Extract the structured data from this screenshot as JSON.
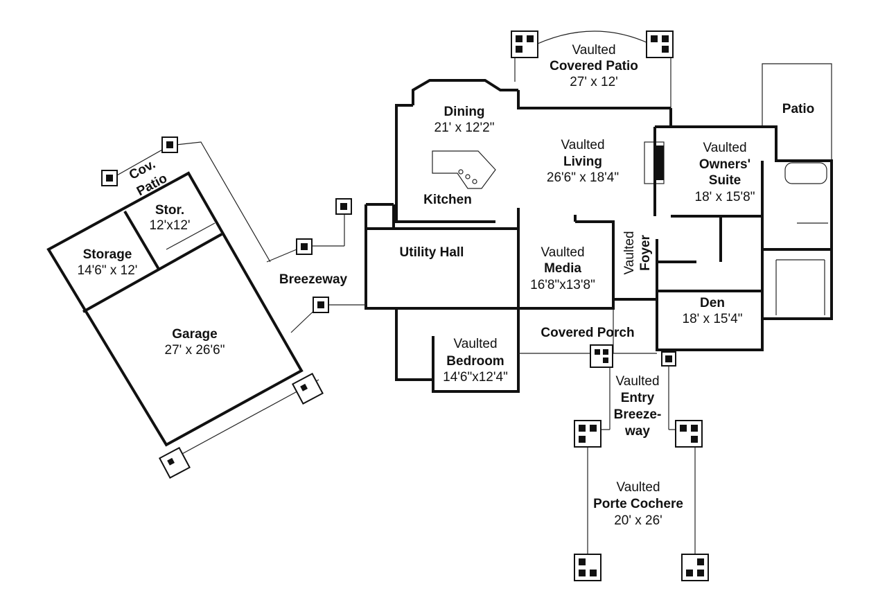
{
  "rooms": {
    "covered_patio": {
      "qualifier": "Vaulted",
      "name": "Covered Patio",
      "size": "27' x 12'"
    },
    "patio": {
      "name": "Patio"
    },
    "dining": {
      "name": "Dining",
      "size": "21' x 12'2\""
    },
    "kitchen": {
      "name": "Kitchen"
    },
    "living": {
      "qualifier": "Vaulted",
      "name": "Living",
      "size": "26'6\" x 18'4\""
    },
    "owners_suite": {
      "qualifier": "Vaulted",
      "name_line1": "Owners'",
      "name_line2": "Suite",
      "size": "18' x 15'8\""
    },
    "cov_patio": {
      "line1": "Cov.",
      "line2": "Patio"
    },
    "stor": {
      "name": "Stor.",
      "size": "12'x12'"
    },
    "storage": {
      "name": "Storage",
      "size": "14'6\" x 12'"
    },
    "breezeway": {
      "name": "Breezeway"
    },
    "utility_hall": {
      "name": "Utility Hall"
    },
    "media": {
      "qualifier": "Vaulted",
      "name": "Media",
      "size": "16'8\"x13'8\""
    },
    "foyer": {
      "qualifier": "Vaulted",
      "name": "Foyer"
    },
    "den": {
      "name": "Den",
      "size": "18' x 15'4\""
    },
    "garage": {
      "name": "Garage",
      "size": "27' x 26'6\""
    },
    "covered_porch": {
      "name": "Covered Porch"
    },
    "bedroom": {
      "qualifier": "Vaulted",
      "name": "Bedroom",
      "size": "14'6\"x12'4\""
    },
    "entry_breezeway": {
      "qualifier": "Vaulted",
      "line1": "Entry",
      "line2": "Breeze-",
      "line3": "way"
    },
    "porte_cochere": {
      "qualifier": "Vaulted",
      "name": "Porte Cochere",
      "size": "20' x 26'"
    }
  }
}
